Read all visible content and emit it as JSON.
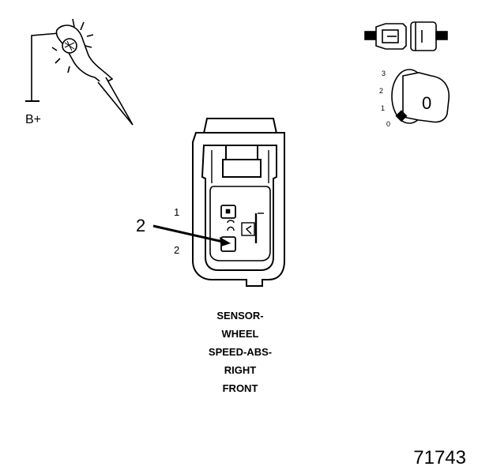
{
  "probe": {
    "label": "B+"
  },
  "key_positions": {
    "labels": [
      "3",
      "2",
      "1",
      "0"
    ],
    "key_label": "0"
  },
  "connector": {
    "callout": "2",
    "pin_labels": [
      "1",
      "2"
    ]
  },
  "caption": [
    "SENSOR-",
    "WHEEL",
    "SPEED-ABS-",
    "RIGHT",
    "FRONT"
  ],
  "figure_number": "71743"
}
